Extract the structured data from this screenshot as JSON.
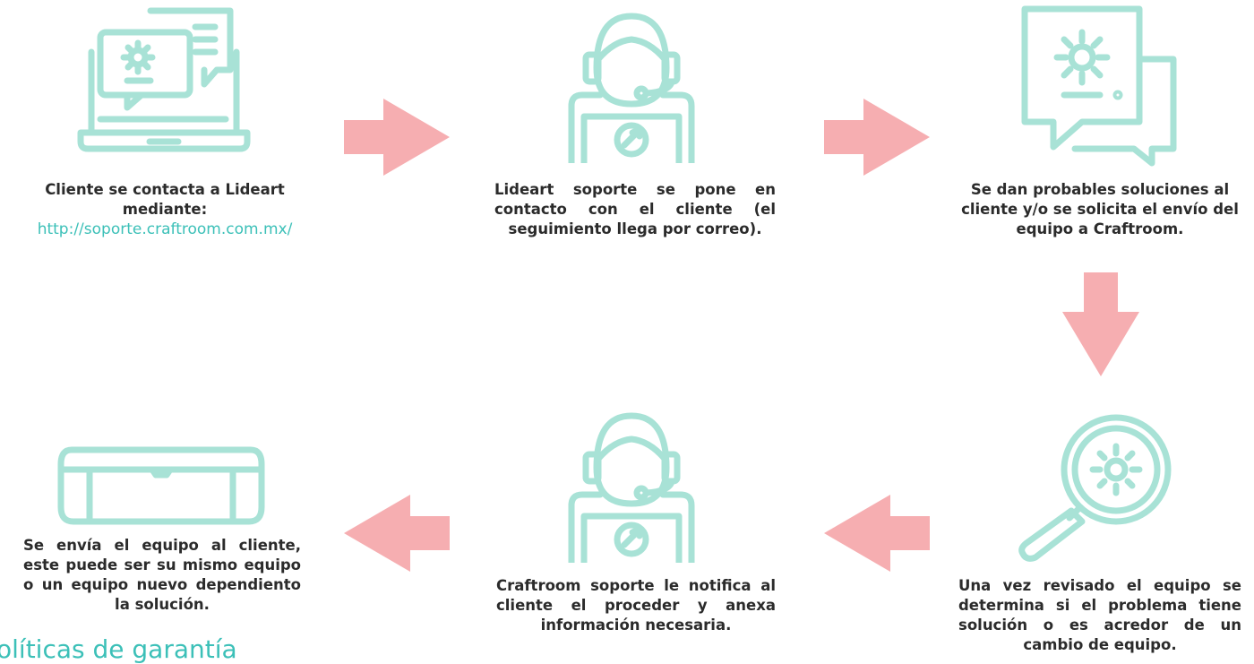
{
  "colors": {
    "icon": "#a8e2d6",
    "arrow": "#f6aeb1",
    "text": "#2b2b2b",
    "link": "#3cc0b8"
  },
  "steps": [
    {
      "icon": "laptop-chat-gear-icon",
      "text": "Cliente se contacta a Lideart mediante:",
      "link": "http://soporte.craftroom.com.mx/"
    },
    {
      "icon": "support-agent-icon",
      "text": "Lideart soporte se pone en contacto con el cliente (el seguimiento llega por correo)."
    },
    {
      "icon": "chat-gear-icon",
      "text": "Se dan probables soluciones al cliente y/o se solicita el envío del equipo a Craftroom."
    },
    {
      "icon": "magnifier-gear-icon",
      "text": "Una vez revisado el equipo se determina si el problema tiene solución o es acredor de un cambio de equipo."
    },
    {
      "icon": "support-agent-icon",
      "text": "Craftroom soporte le notifica al cliente el proceder y anexa información necesaria."
    },
    {
      "icon": "cutting-machine-icon",
      "text": "Se envía el equipo al cliente, este puede ser su mismo equipo o un equipo nuevo dependiento la solución."
    }
  ],
  "section_title": "olíticas de garantía"
}
